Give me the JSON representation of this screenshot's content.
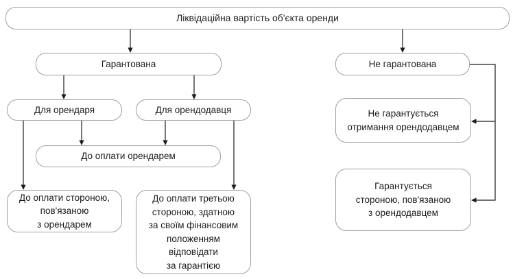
{
  "diagram": {
    "nodes": {
      "root": {
        "label": "Ліквідаційна вартість об'єкта оренди"
      },
      "guaranteed": {
        "label": "Гарантована"
      },
      "not_guaranteed": {
        "label": "Не гарантована"
      },
      "for_lessee": {
        "label": "Для орендаря"
      },
      "for_lessor": {
        "label": "Для орендодавця"
      },
      "payable_by_lessee": {
        "label": "До оплати орендарем"
      },
      "payable_by_related_party": {
        "label": "До оплати стороною,\nпов'язаною\nз орендарем"
      },
      "payable_by_third_party": {
        "label": "До оплати третьою\nстороною, здатною\nза своїм фінансовим\nположенням\nвідповідати\nза гарантією"
      },
      "not_guaranteed_receipt": {
        "label": "Не гарантується\nотримання орендодавцем"
      },
      "guaranteed_by_related_party": {
        "label": "Гарантується\nстороною, пов'язаною\nз орендодавцем"
      }
    },
    "colors": {
      "box_border": "#9aa0a4",
      "text": "#1c1c1c",
      "connector": "#1c1c1c",
      "background": "#ffffff"
    }
  }
}
